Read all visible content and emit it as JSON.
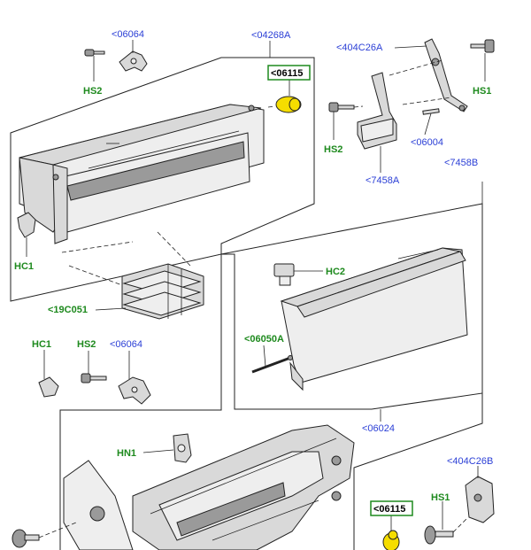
{
  "labels": {
    "p06064_top": "<06064",
    "p04268a": "<04268A",
    "p404c26a": "<404C26A",
    "hs2_top": "HS2",
    "hs1_top": "HS1",
    "p06115_top": "<06115",
    "hs2_mid": "HS2",
    "p06004": "<06004",
    "p7458a": "<7458A",
    "p7458b": "<7458B",
    "hc1_top": "HC1",
    "hc2": "HC2",
    "p19c051": "<19C051",
    "hc1_low": "HC1",
    "hs2_low": "HS2",
    "p06064_low": "<06064",
    "p06050a": "<06050A",
    "p06024": "<06024",
    "hn1": "HN1",
    "p404c26b": "<404C26B",
    "hs1_low": "HS1",
    "p06115_low": "<06115"
  },
  "colors": {
    "part_number_label": "#2b3fd6",
    "fastener_label": "#1e8a1e",
    "highlight_part": "#f5dd00"
  }
}
